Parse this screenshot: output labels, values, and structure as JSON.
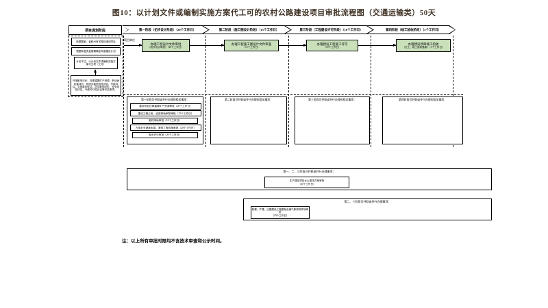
{
  "title": "图10：以计划文件或编制实施方案代工可的农村公路建设项目审批流程图（交通运输类）50天",
  "header": {
    "planning_label": "项目谋划阶段",
    "stages": [
      {
        "label": "第一阶段（初步设计阶段）（20个工作日）"
      },
      {
        "label": "第二阶段（施工图设计阶段）（15个工作日）"
      },
      {
        "label": "第三阶段（工程建设许可阶段）（10个工作日）"
      },
      {
        "label": "第四阶段（竣工验收阶段）（5个工作日）"
      }
    ]
  },
  "planning_column": {
    "step1": "依据国家、省和州有关规划谋划项目",
    "step2": "根据年度资金规模确定年度建设计划",
    "step3": "计划下达，以计划文件或编制实施方案代立项（工可）",
    "assessments": "环境影响评价、压覆重要矿产资源、职业病危害评价、地质灾害危险性评估、节能评估、文物影响评估、防洪影响评价、安全风险评估、气候可行性论证等评估事项。"
  },
  "main_flow": {
    "applicant_label": "项目单位",
    "steps": [
      {
        "line1": "办理工程设计文件审批",
        "line2": "（初步设计审批）（20个工作日）"
      },
      {
        "line1": "办理工程施工图设计文件审查",
        "line2": "（15个工作日）"
      },
      {
        "line1": "办理建设工程施工许可",
        "line2": "（10个工作日）"
      },
      {
        "line1": "办理建设项目竣工验收",
        "line2": "（交工、竣工验收备案）（5个工作日）"
      }
    ]
  },
  "parallel_sections": [
    {
      "title": "第一阶段可并联或并行办理的相关事项：",
      "items": [
        "建设项目压覆重要矿产资源审批（20个工作日）",
        "建设工程占用、征用林地审核审批（15个工作日）",
        "临时用地审批（10个工作日）",
        "占用农业灌溉水源、灌排工程设施审批（20个工作日）",
        "取水许可审批（20个工作日）"
      ]
    },
    {
      "title": "第二阶段可并联或并行办理的相关事项：",
      "items": []
    },
    {
      "title": "第三阶段可并联或并行办理的相关事项：",
      "items": []
    },
    {
      "title": "第四阶段可并联或并行办理的相关事项：",
      "items": []
    }
  ],
  "combined_sections": [
    {
      "title": "第一、二、三阶段可并联或并行办理事项：",
      "item_line1": "生产建设项目水土保持方案审批",
      "item_line2": "（20个工作日）"
    },
    {
      "title": "第二、三阶段可并联或并行办理事项：",
      "item_line1": "新建、扩建、迁建建设工程避免危害气象探测环境审批",
      "item_line2": "（20个工作日）"
    }
  ],
  "note": "注：以上所有审批时限均不含技术审查和公示时间。",
  "colors": {
    "title_text": "#3f3225",
    "stage_box_green": "#c9e0bb",
    "line": "#000000"
  }
}
